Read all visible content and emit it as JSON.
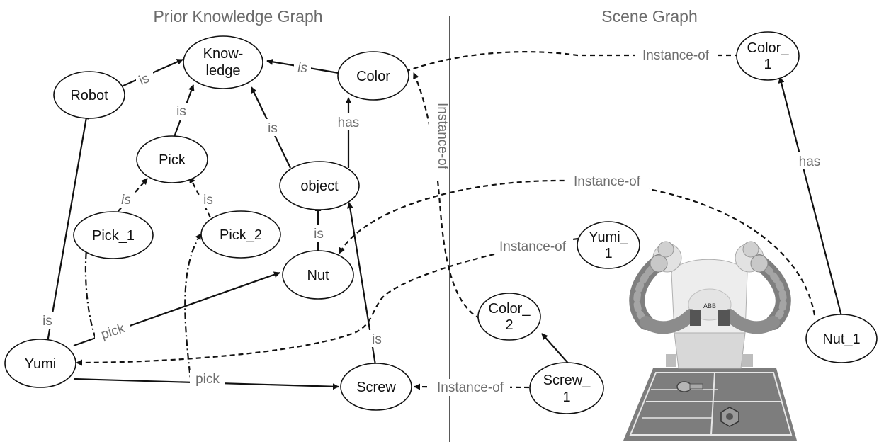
{
  "titles": {
    "left": "Prior Knowledge Graph",
    "right": "Scene Graph"
  },
  "nodes": {
    "knowledge": [
      "Know-",
      "ledge"
    ],
    "robot": [
      "Robot"
    ],
    "color": [
      "Color"
    ],
    "pick": [
      "Pick"
    ],
    "object": [
      "object"
    ],
    "pick_1": [
      "Pick_1"
    ],
    "pick_2": [
      "Pick_2"
    ],
    "nut": [
      "Nut"
    ],
    "yumi": [
      "Yumi"
    ],
    "screw": [
      "Screw"
    ],
    "color_1": [
      "Color_",
      "1"
    ],
    "yumi_1": [
      "Yumi_",
      "1"
    ],
    "color_2": [
      "Color_",
      "2"
    ],
    "screw_1": [
      "Screw_",
      "1"
    ],
    "nut_1": [
      "Nut_1"
    ]
  },
  "edge_labels": {
    "robot_knowledge": "is",
    "color_knowledge": "is",
    "pick_knowledge": "is",
    "object_knowledge": "is",
    "object_color": "has",
    "pick1_pick": "is",
    "pick2_pick": "is",
    "nut_object": "is",
    "screw_object": "is",
    "yumi_robot": "is",
    "yumi_nut": "pick",
    "yumi_screw": "pick",
    "screw1_screw": "Instance-of",
    "color2_color": "Instance-of",
    "color1_color": "Instance-of",
    "nut1_nut": "Instance-of",
    "yumi1_yumi": "Instance-of",
    "nut1_color1": "has"
  },
  "colors": {
    "stroke": "#111111",
    "edge_label": "#6f6f6f",
    "title": "#6b6b6b"
  }
}
